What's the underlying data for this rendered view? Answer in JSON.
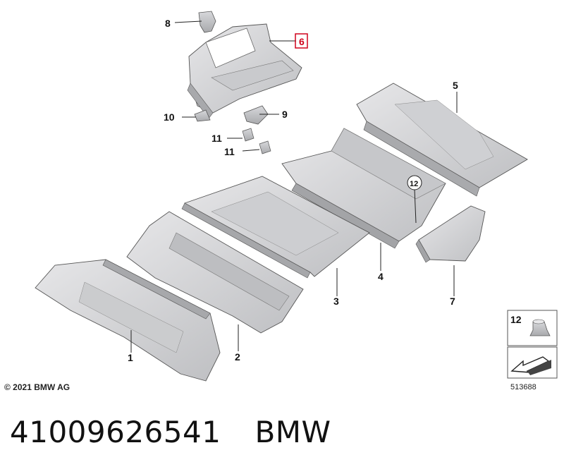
{
  "labels": {
    "p1": "1",
    "p2": "2",
    "p3": "3",
    "p4": "4",
    "p5": "5",
    "p6": "6",
    "p7": "7",
    "p8": "8",
    "p9": "9",
    "p10": "10",
    "p11a": "11",
    "p11b": "11",
    "p12": "12"
  },
  "inset": {
    "label": "12",
    "code": "513688"
  },
  "copyright": "© 2021 BMW AG",
  "footer": {
    "part_number": "41009626541",
    "brand": "BMW"
  },
  "colors": {
    "part_fill": "#d9d9dc",
    "part_shade": "#b9babd",
    "outline": "#4a4a4a",
    "highlight": "#d0021b"
  }
}
